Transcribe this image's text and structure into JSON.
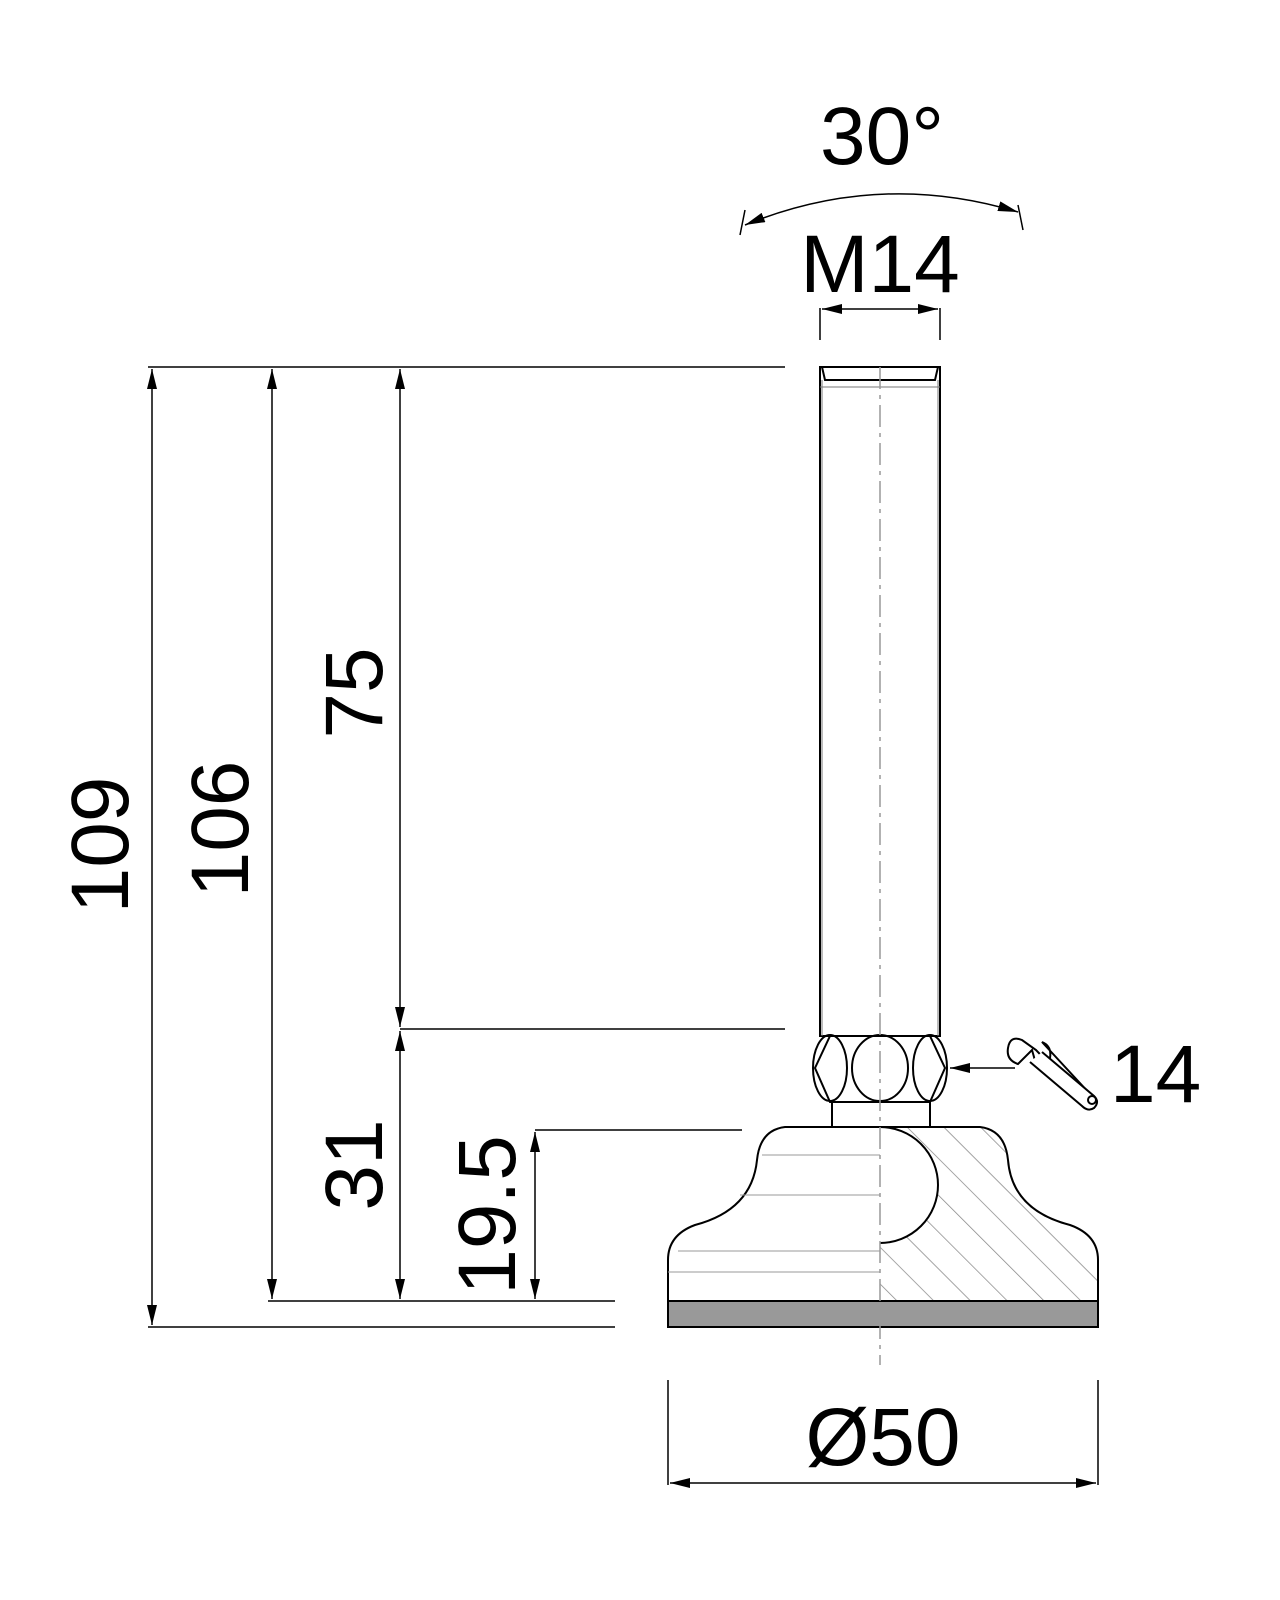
{
  "drawing": {
    "dimensions": {
      "angle": "30°",
      "thread": "M14",
      "total_height": "109",
      "height_without_pad": "106",
      "thread_length": "75",
      "lower_height": "31",
      "base_height": "19.5",
      "wrench_size": "14",
      "base_diameter": "Ø50"
    },
    "icons": [
      "wrench-icon"
    ],
    "colors": {
      "line": "#000000",
      "pad": "#999999",
      "hatch": "#888888",
      "background": "#ffffff"
    }
  }
}
